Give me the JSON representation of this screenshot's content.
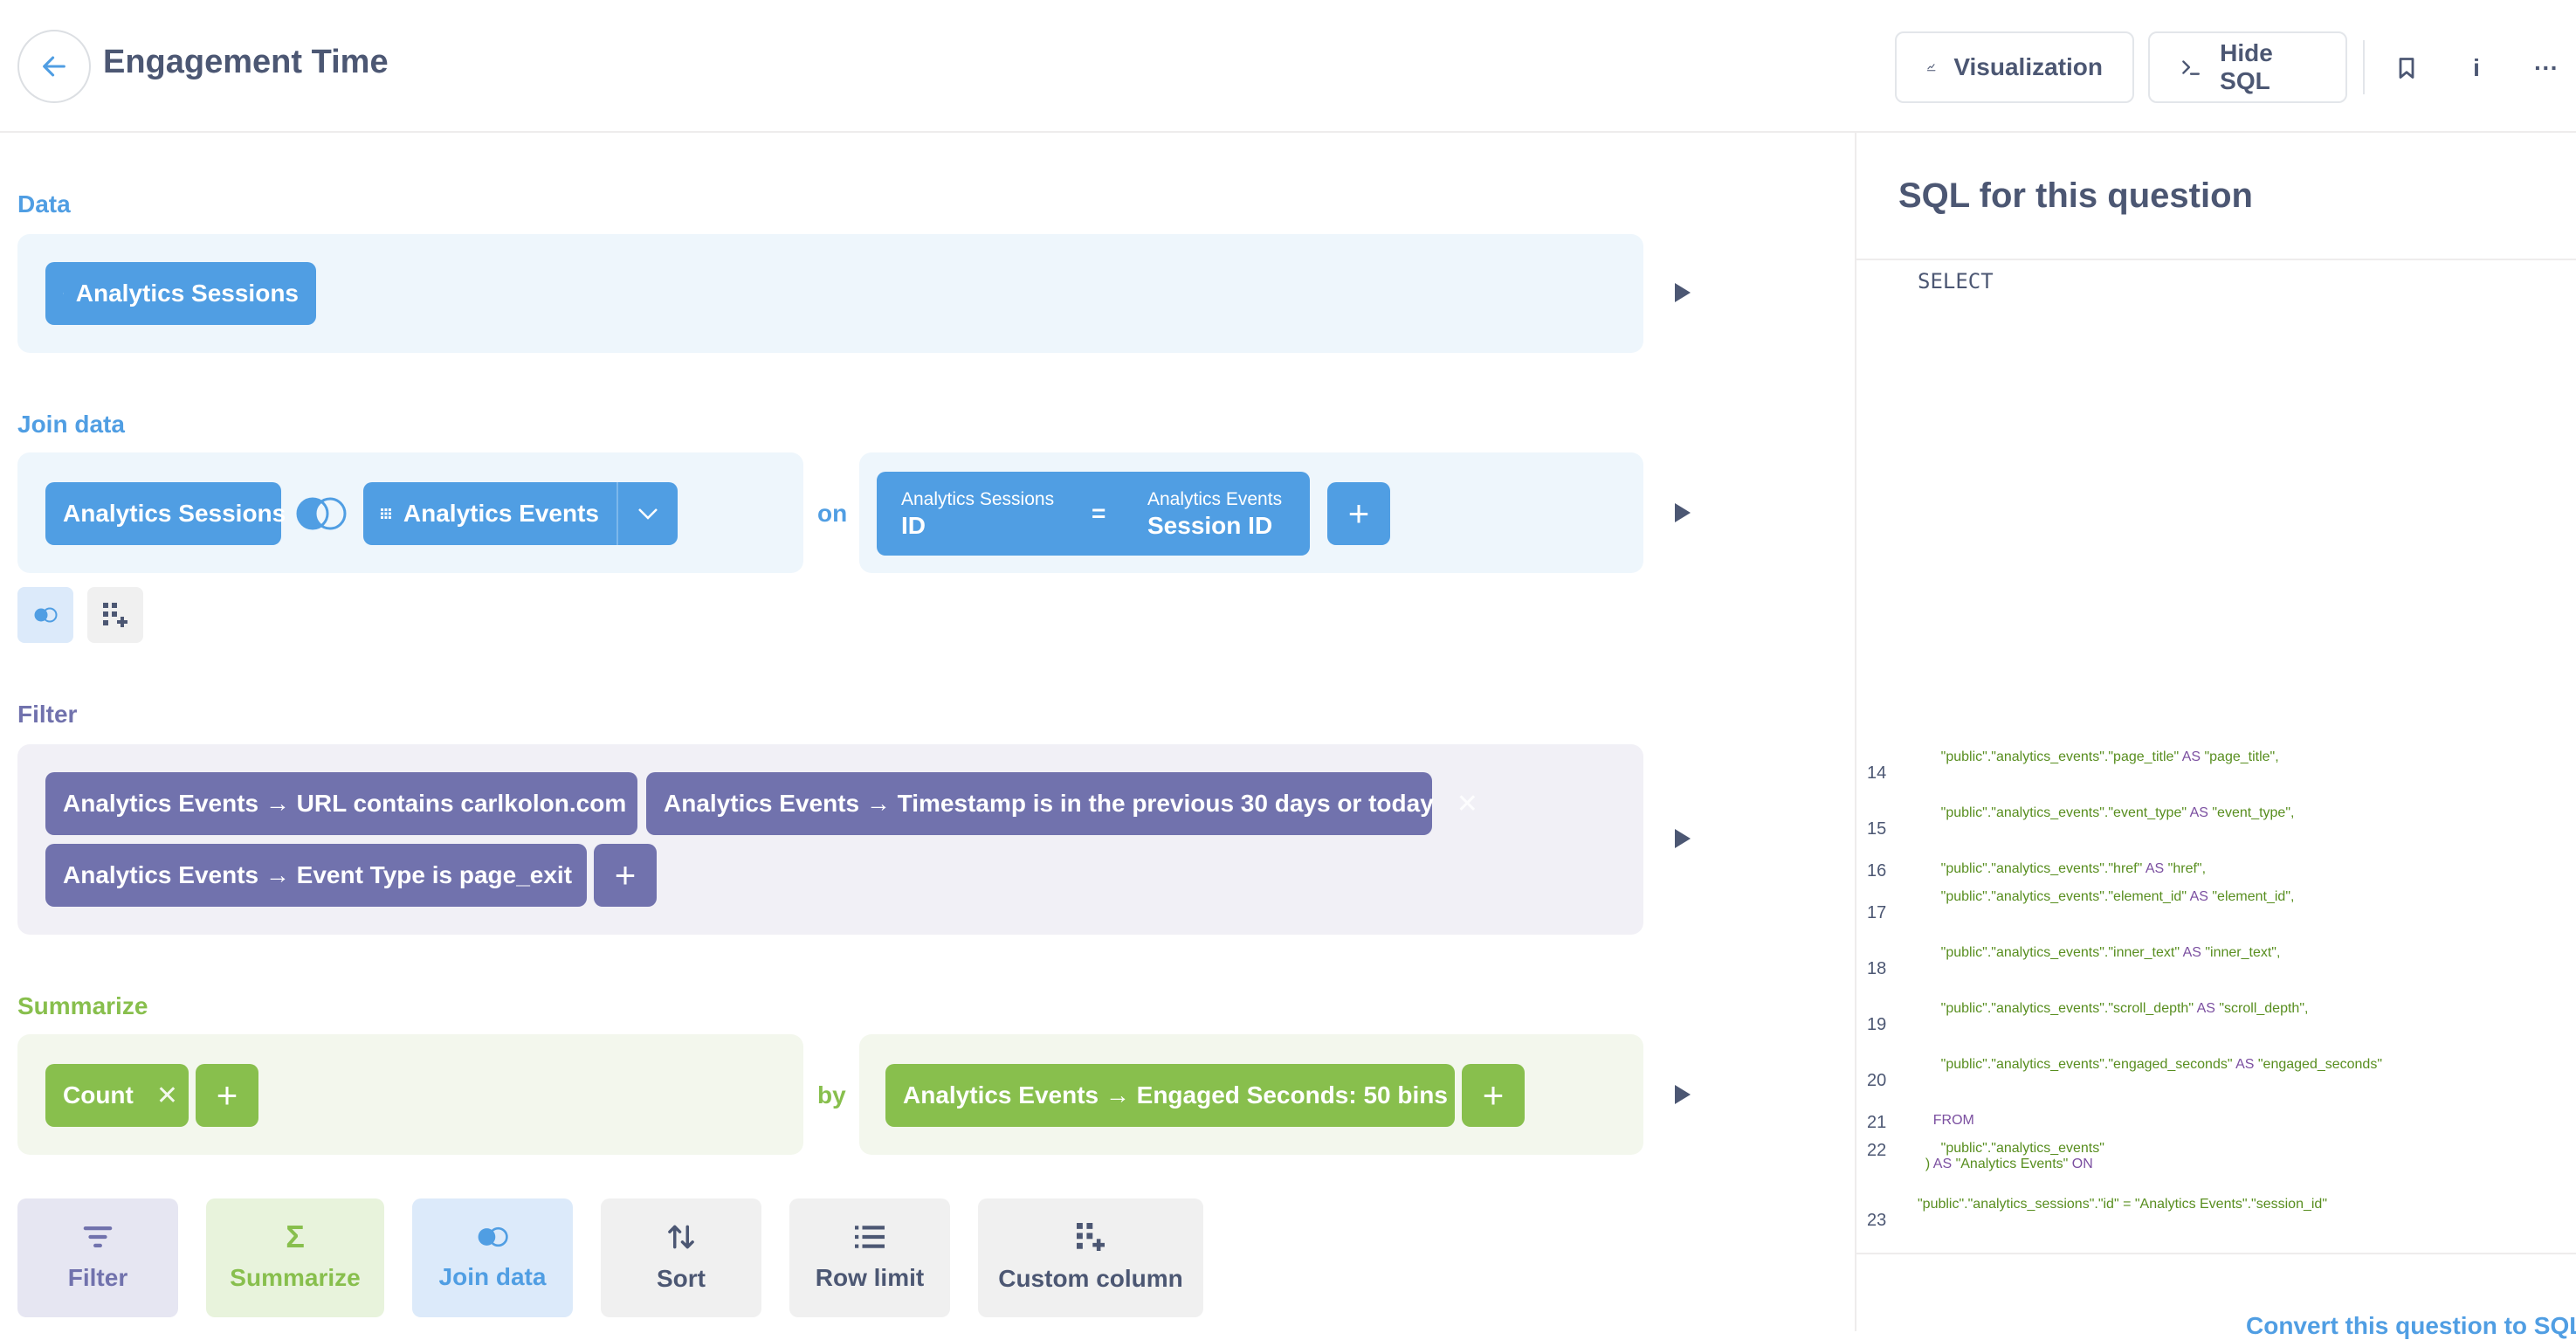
{
  "header": {
    "title": "Engagement Time",
    "visualization_label": "Visualization",
    "hide_sql_label": "Hide SQL",
    "info_label": "i",
    "more_label": "···"
  },
  "notebook": {
    "data": {
      "label": "Data",
      "table": "Analytics Sessions"
    },
    "join": {
      "label": "Join data",
      "left_table": "Analytics Sessions",
      "right_table": "Analytics Events",
      "on_label": "on",
      "condition": {
        "left_table": "Analytics Sessions",
        "left_field": "ID",
        "operator": "=",
        "right_table": "Analytics Events",
        "right_field": "Session ID"
      }
    },
    "filter": {
      "label": "Filter",
      "filters": [
        "Analytics Events → URL contains carlkolon.com",
        "Analytics Events → Timestamp is in the previous 30 days or today",
        "Analytics Events → Event Type is page_exit"
      ]
    },
    "summarize": {
      "label": "Summarize",
      "metric": "Count",
      "by_label": "by",
      "breakout": "Analytics Events → Engaged Seconds: 50 bins"
    },
    "actions": [
      "Filter",
      "Summarize",
      "Join data",
      "Sort",
      "Row limit",
      "Custom column"
    ]
  },
  "sql": {
    "title": "SQL for this question",
    "select_keyword": "SELECT",
    "lines": [
      {
        "n": "14",
        "text": "      \"public\".\"analytics_events\".\"page_title\" AS \"page_title\","
      },
      {
        "n": "15",
        "text": "      \"public\".\"analytics_events\".\"event_type\" AS \"event_type\","
      },
      {
        "n": "16",
        "text": "      \"public\".\"analytics_events\".\"href\" AS \"href\","
      },
      {
        "n": "17",
        "text": "      \"public\".\"analytics_events\".\"element_id\" AS \"element_id\","
      },
      {
        "n": "18",
        "text": "      \"public\".\"analytics_events\".\"inner_text\" AS \"inner_text\","
      },
      {
        "n": "19",
        "text": "      \"public\".\"analytics_events\".\"scroll_depth\" AS \"scroll_depth\","
      },
      {
        "n": "20",
        "text": "      \"public\".\"analytics_events\".\"engaged_seconds\" AS \"engaged_seconds\""
      },
      {
        "n": "21",
        "text": "    FROM"
      },
      {
        "n": "22",
        "text": "      \"public\".\"analytics_events\"\n  ) AS \"Analytics Events\" ON"
      },
      {
        "n": "23",
        "text": "\"public\".\"analytics_sessions\".\"id\" = \"Analytics Events\".\"session_id\""
      }
    ],
    "convert_link": "Convert this question to SQL"
  },
  "colors": {
    "data_blue": "#509ee3",
    "filter_purple": "#7172ad",
    "summarize_green": "#88bf4d",
    "text_dark": "#4c5773"
  }
}
